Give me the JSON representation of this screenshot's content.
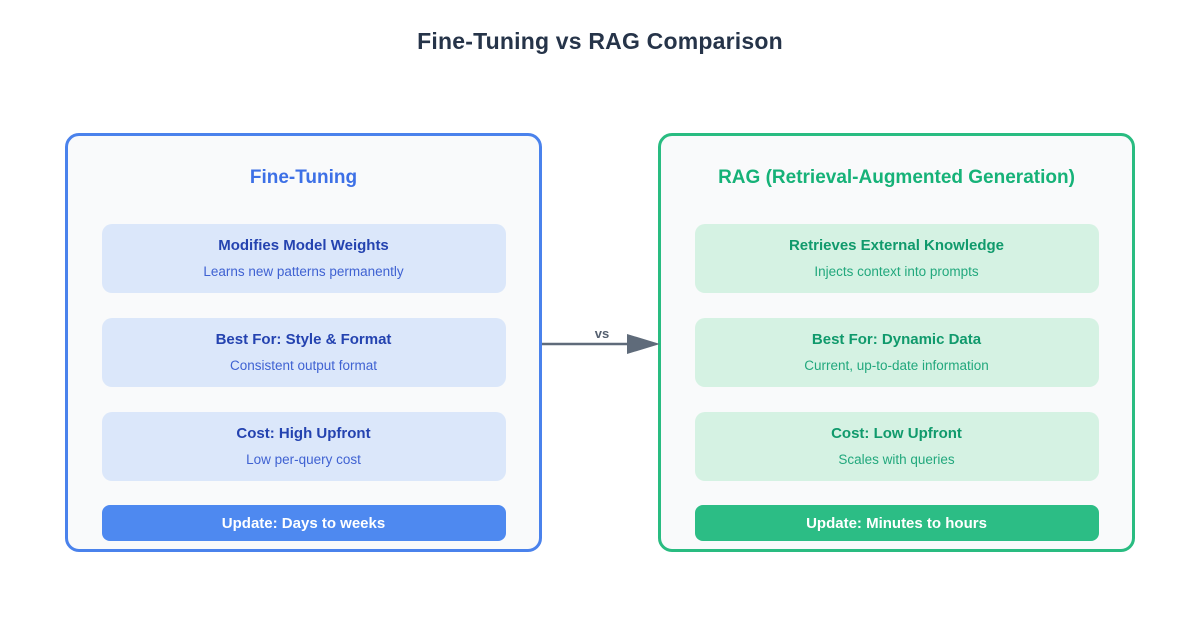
{
  "title": "Fine-Tuning vs RAG Comparison",
  "connector": {
    "label": "vs"
  },
  "panels": {
    "fine_tuning": {
      "title": "Fine-Tuning",
      "cards": [
        {
          "heading": "Modifies Model Weights",
          "detail": "Learns new patterns permanently"
        },
        {
          "heading": "Best For: Style & Format",
          "detail": "Consistent output format"
        },
        {
          "heading": "Cost: High Upfront",
          "detail": "Low per-query cost"
        }
      ],
      "footer": "Update: Days to weeks",
      "colors": {
        "border": "#4a82ec",
        "title": "#3d70e6",
        "card_bg": "#dbe7fa",
        "card_heading": "#2443b0",
        "card_detail": "#3f62d2",
        "footer_bg": "#4e89f0",
        "footer_text": "#ffffff"
      }
    },
    "rag": {
      "title": "RAG (Retrieval-Augmented Generation)",
      "cards": [
        {
          "heading": "Retrieves External Knowledge",
          "detail": "Injects context into prompts"
        },
        {
          "heading": "Best For: Dynamic Data",
          "detail": "Current, up-to-date information"
        },
        {
          "heading": "Cost: Low Upfront",
          "detail": "Scales with queries"
        }
      ],
      "footer": "Update: Minutes to hours",
      "colors": {
        "border": "#29bc81",
        "title": "#16b278",
        "card_bg": "#d5f2e3",
        "card_heading": "#109a6c",
        "card_detail": "#22a87d",
        "footer_bg": "#2cbd85",
        "footer_text": "#ffffff"
      }
    }
  },
  "misc_colors": {
    "page_title": "#263449",
    "panel_bg": "#f9fafb",
    "arrow": "#5f6b7a",
    "vs_label": "#556070",
    "page_bg": "#ffffff"
  }
}
